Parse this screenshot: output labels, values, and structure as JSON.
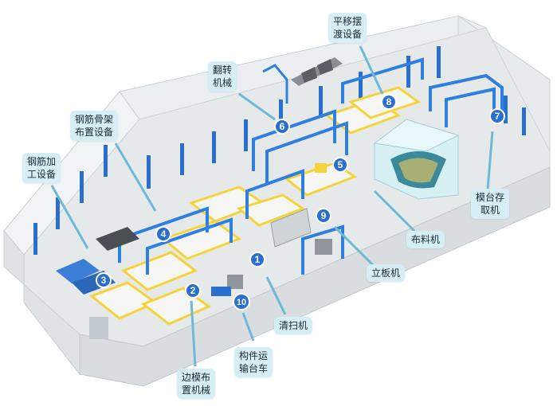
{
  "colors": {
    "floor": "#e6e9ea",
    "wall": "#f1f3f4",
    "wall_dark": "#d9dde0",
    "column": "#2a6fd0",
    "frame": "#2f7fe0",
    "yellow": "#f4d43a",
    "callout_bg": "#d6eef6",
    "callout_line": "#6fb8d8",
    "marker": "#2a6fd0"
  },
  "markers": [
    "1",
    "2",
    "3",
    "4",
    "5",
    "6",
    "7",
    "8",
    "9",
    "10"
  ],
  "callouts": [
    {
      "id": "ping-yi-bai-du",
      "text": "平移摆\n渡设备"
    },
    {
      "id": "fan-zhuan",
      "text": "翻转\n机械"
    },
    {
      "id": "gang-jin-gu-jia",
      "text": "钢筋骨架\n布置设备"
    },
    {
      "id": "gang-jin-jia-gong",
      "text": "钢筋加\n工设备"
    },
    {
      "id": "mo-tai-cun-qu",
      "text": "模台存\n取机"
    },
    {
      "id": "bu-liao",
      "text": "布料机"
    },
    {
      "id": "li-ban",
      "text": "立板机"
    },
    {
      "id": "qing-sao",
      "text": "清扫机"
    },
    {
      "id": "gou-jian-yun-shu",
      "text": "构件运\n输台车"
    },
    {
      "id": "bian-mo-bu-zhi",
      "text": "边模布\n置机械"
    }
  ]
}
